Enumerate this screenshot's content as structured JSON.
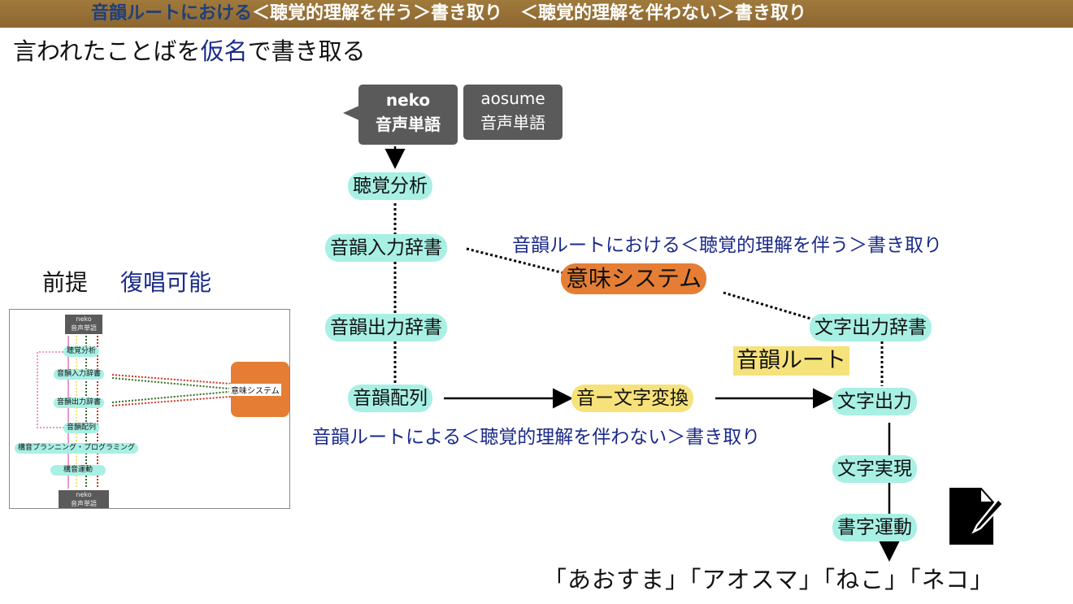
{
  "banner": {
    "part1": "音韻ルートにおける",
    "part2": "＜聴覚的理解を伴う＞書き取り　＜聴覚的理解を伴わない＞書き取り"
  },
  "heading": {
    "pre": "言われたことばを",
    "accent": "仮名",
    "post": "で書き取る"
  },
  "premise": {
    "label": "前提",
    "value": "復唱可能"
  },
  "sound_words": [
    {
      "word": "neko",
      "label": "音声単語"
    },
    {
      "word": "aosume",
      "label": "音声単語"
    }
  ],
  "nodes": {
    "auditory_analysis": "聴覚分析",
    "phon_input_lex": "音韻入力辞書",
    "phon_output_lex": "音韻出力辞書",
    "phoneme_seq": "音韻配列",
    "semantic_system": "意味システム",
    "sound_letter_conv": "音ー文字変換",
    "letter_output_lex": "文字出力辞書",
    "letter_output": "文字出力",
    "letter_realization": "文字実現",
    "writing_motor": "書字運動"
  },
  "labels": {
    "phon_route": "音韻ルート",
    "with_comprehension": "音韻ルートにおける＜聴覚的理解を伴う＞書き取り",
    "without_comprehension": "音韻ルートによる＜聴覚的理解を伴わない＞書き取り"
  },
  "outputs": "「あおすま」「アオスマ」「ねこ」「ネコ」",
  "thumbnail": {
    "top_word": "neko",
    "top_label": "音声単語",
    "nodes": [
      "聴覚分析",
      "音韻入力辞書",
      "音韻出力辞書",
      "音韻配列",
      "構音プランニング・プログラミング",
      "構音運動"
    ],
    "semantic": "意味システム",
    "bottom_word": "neko",
    "bottom_label": "音声単語"
  },
  "icons": {
    "write": "document-pen-icon"
  },
  "colors": {
    "node": "#a8f0e4",
    "highlight": "#f6e27a",
    "semantic": "#e57e34",
    "accent_text": "#1a2a8a",
    "banner": "#8c6630",
    "sound_box": "#5a5a5a"
  }
}
